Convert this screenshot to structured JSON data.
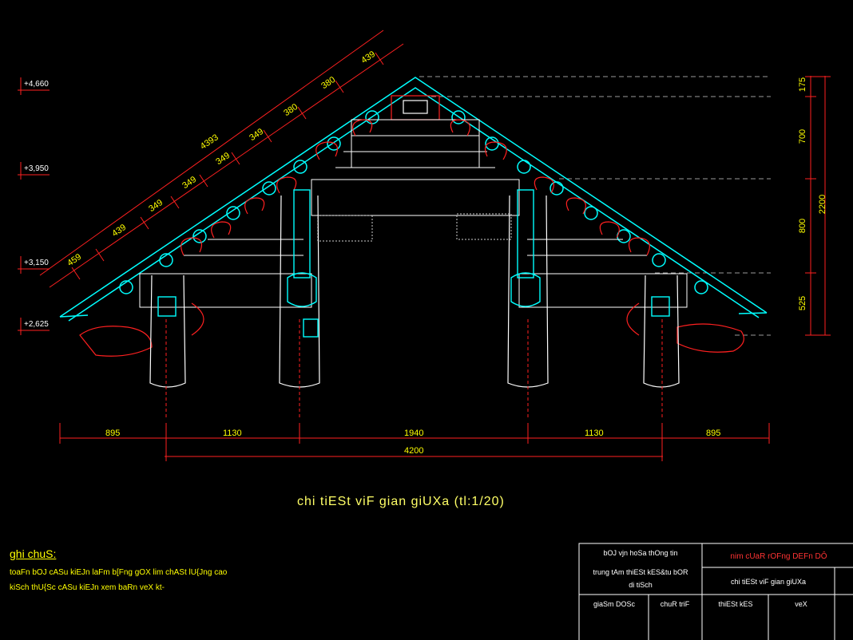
{
  "levels": [
    "+4,660",
    "+3,950",
    "+3,150",
    "+2,625"
  ],
  "slope_dims": {
    "total": "4393",
    "segments": [
      "459",
      "439",
      "349",
      "349",
      "349",
      "349",
      "380",
      "380",
      "439"
    ]
  },
  "vertical_dims": {
    "segments": [
      "175",
      "700",
      "800",
      "525"
    ],
    "total": "2200"
  },
  "horizontal_dims": {
    "segments": [
      "895",
      "1130",
      "1940",
      "1130",
      "895"
    ],
    "total": "4200"
  },
  "drawing_title": "chi tiESt viF gian giUXa (tl:1/20)",
  "notes": {
    "heading": "ghi chuS:",
    "lines": [
      "toaFn bOJ cASu kiEJn laFm b[Fng gOX lim chASt lU{Jng cao",
      "kiSch thU{Sc cASu kiEJn xem baRn veX kt-"
    ]
  },
  "title_block": {
    "org_line1": "bOJ vjn hoSa thOng tin",
    "org_line2": "trung tAm thiESt kES&tu bOR",
    "org_line3": "di tiSch",
    "project": "nim cUaR rOFng DEFn DÔ",
    "sheet_name": "chi tiESt viF gian giUXa",
    "label_director": "giaSm DOSc",
    "label_lead": "chuR triF",
    "label_design": "thiESt kES",
    "label_draw": "veX"
  },
  "colors": {
    "cyan": "#00ffff",
    "red": "#ff2020",
    "yellow": "#ffff00",
    "white": "#ffffff",
    "grey": "#9a9a9a"
  }
}
